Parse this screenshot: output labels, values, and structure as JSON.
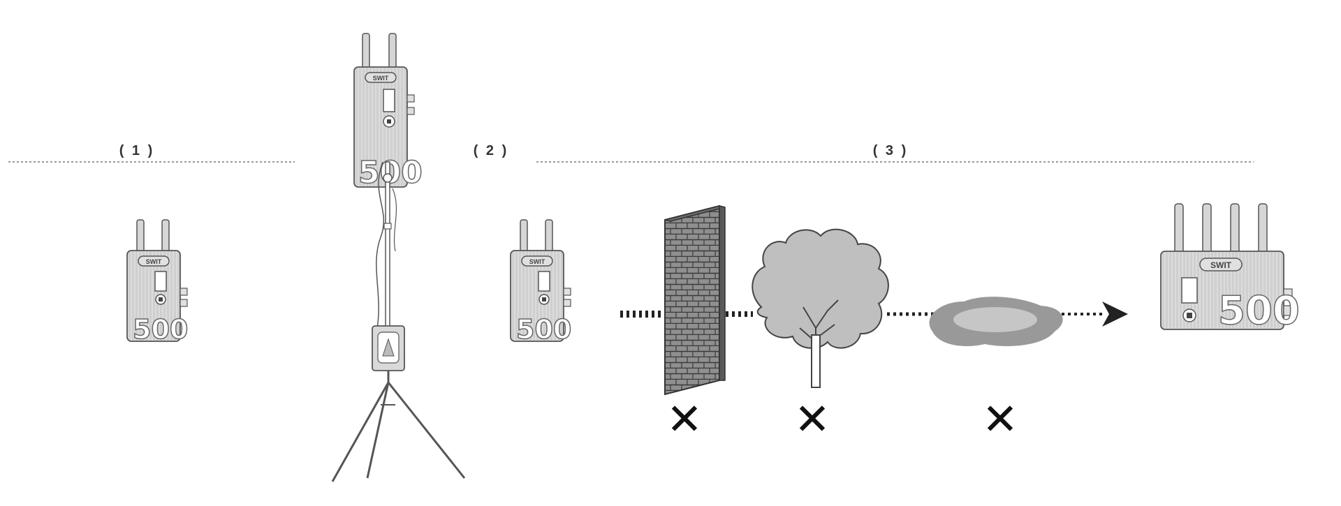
{
  "sections": [
    {
      "label": "( 1 )"
    },
    {
      "label": "( 2 )"
    },
    {
      "label": "( 3 )"
    }
  ],
  "device": {
    "brand_badge": "SWIT",
    "model_digits": "500"
  },
  "obstacles": [
    {
      "name": "brick wall",
      "status": "✕"
    },
    {
      "name": "tree",
      "status": "✕"
    },
    {
      "name": "water puddle",
      "status": "✕"
    }
  ],
  "colors": {
    "line": "#444444",
    "device_body": "#cfcfcf",
    "wall": "#8a8a8a",
    "tree": "#bdbdbd",
    "puddle": "#9a9a9a",
    "puddle_inner": "#c8c8c8"
  },
  "icons": [
    "transmitter-device",
    "receiver-device",
    "tripod-stand",
    "brick-wall",
    "tree",
    "water-puddle",
    "cross-icon",
    "arrow-icon"
  ]
}
